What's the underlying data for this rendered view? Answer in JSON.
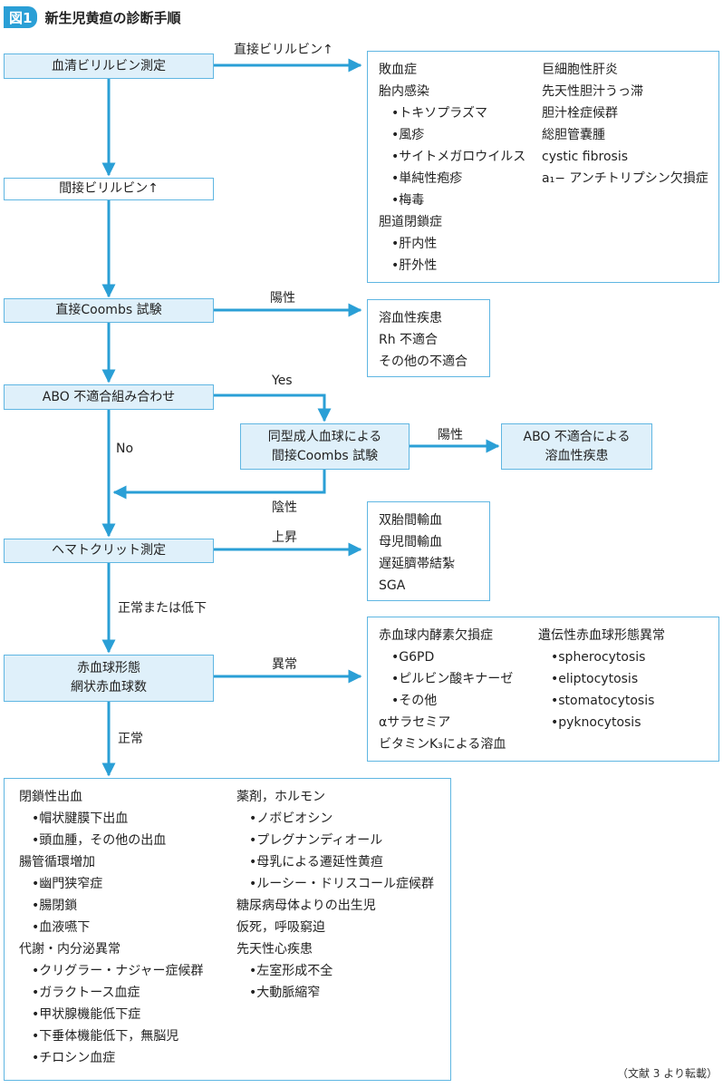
{
  "header": {
    "badge": "図1",
    "title": "新生児黄疸の診断手順"
  },
  "steps": {
    "serum": "血清ビリルビン測定",
    "indirect": "間接ビリルビン↑",
    "coombs": "直接Coombs 試験",
    "abo": "ABO 不適合組み合わせ",
    "sametype_1": "同型成人血球による",
    "sametype_2": "間接Coombs 試験",
    "abo_result_1": "ABO 不適合による",
    "abo_result_2": "溶血性疾患",
    "hematocrit": "ヘマトクリット測定",
    "rbc_1": "赤血球形態",
    "rbc_2": "網状赤血球数"
  },
  "edge_labels": {
    "direct": "直接ビリルビン↑",
    "positive1": "陽性",
    "yes": "Yes",
    "no": "No",
    "positive2": "陽性",
    "negative": "陰性",
    "rise": "上昇",
    "normal_or_low": "正常または低下",
    "abnormal": "異常",
    "normal": "正常"
  },
  "box_direct": {
    "left": [
      {
        "t": "敗血症",
        "s": false
      },
      {
        "t": "胎内感染",
        "s": false
      },
      {
        "t": "•トキソプラズマ",
        "s": true
      },
      {
        "t": "•風疹",
        "s": true
      },
      {
        "t": "•サイトメガロウイルス",
        "s": true
      },
      {
        "t": "•単純性疱疹",
        "s": true
      },
      {
        "t": "•梅毒",
        "s": true
      },
      {
        "t": "胆道閉鎖症",
        "s": false
      },
      {
        "t": "•肝内性",
        "s": true
      },
      {
        "t": "•肝外性",
        "s": true
      }
    ],
    "right": [
      {
        "t": "巨細胞性肝炎",
        "s": false
      },
      {
        "t": "先天性胆汁うっ滞",
        "s": false
      },
      {
        "t": "胆汁栓症候群",
        "s": false
      },
      {
        "t": "総胆管嚢腫",
        "s": false
      },
      {
        "t": "cystic fibrosis",
        "s": false
      },
      {
        "t": "a₁− アンチトリプシン欠損症",
        "s": false
      }
    ]
  },
  "box_hemolytic": [
    {
      "t": "溶血性疾患",
      "s": false
    },
    {
      "t": "Rh 不適合",
      "s": false
    },
    {
      "t": "その他の不適合",
      "s": false
    }
  ],
  "box_hematocrit": [
    {
      "t": "双胎間輸血",
      "s": false
    },
    {
      "t": "母児間輸血",
      "s": false
    },
    {
      "t": "遅延臍帯結紮",
      "s": false
    },
    {
      "t": "SGA",
      "s": false
    }
  ],
  "box_rbc": {
    "left": [
      {
        "t": "赤血球内酵素欠損症",
        "s": false
      },
      {
        "t": "•G6PD",
        "s": true
      },
      {
        "t": "•ピルビン酸キナーゼ",
        "s": true
      },
      {
        "t": "•その他",
        "s": true
      },
      {
        "t": "αサラセミア",
        "s": false
      },
      {
        "t": "ビタミンK₃による溶血",
        "s": false
      }
    ],
    "right": [
      {
        "t": "遺伝性赤血球形態異常",
        "s": false
      },
      {
        "t": "•spherocytosis",
        "s": true
      },
      {
        "t": "•eliptocytosis",
        "s": true
      },
      {
        "t": "•stomatocytosis",
        "s": true
      },
      {
        "t": "•pyknocytosis",
        "s": true
      }
    ]
  },
  "box_final": {
    "left": [
      {
        "t": "閉鎖性出血",
        "s": false
      },
      {
        "t": "•帽状腱膜下出血",
        "s": true
      },
      {
        "t": "•頭血腫，その他の出血",
        "s": true
      },
      {
        "t": "腸管循環増加",
        "s": false
      },
      {
        "t": "•幽門狭窄症",
        "s": true
      },
      {
        "t": "•腸閉鎖",
        "s": true
      },
      {
        "t": "•血液嚥下",
        "s": true
      },
      {
        "t": "代謝・内分泌異常",
        "s": false
      },
      {
        "t": "•クリグラー・ナジャー症候群",
        "s": true
      },
      {
        "t": "•ガラクトース血症",
        "s": true
      },
      {
        "t": "•甲状腺機能低下症",
        "s": true
      },
      {
        "t": "•下垂体機能低下，無脳児",
        "s": true
      },
      {
        "t": "•チロシン血症",
        "s": true
      }
    ],
    "right": [
      {
        "t": "薬剤，ホルモン",
        "s": false
      },
      {
        "t": "•ノボビオシン",
        "s": true
      },
      {
        "t": "•プレグナンディオール",
        "s": true
      },
      {
        "t": "•母乳による遷延性黄疸",
        "s": true
      },
      {
        "t": "•ルーシー・ドリスコール症候群",
        "s": true
      },
      {
        "t": "糖尿病母体よりの出生児",
        "s": false
      },
      {
        "t": "仮死，呼吸窮迫",
        "s": false
      },
      {
        "t": "先天性心疾患",
        "s": false
      },
      {
        "t": "•左室形成不全",
        "s": true
      },
      {
        "t": "•大動脈縮窄",
        "s": true
      }
    ]
  },
  "citation": "（文献 3 より転載）",
  "colors": {
    "arrow": "#2a9fd6",
    "box_fill": "#dff0fa",
    "border": "#5fb6e2"
  }
}
